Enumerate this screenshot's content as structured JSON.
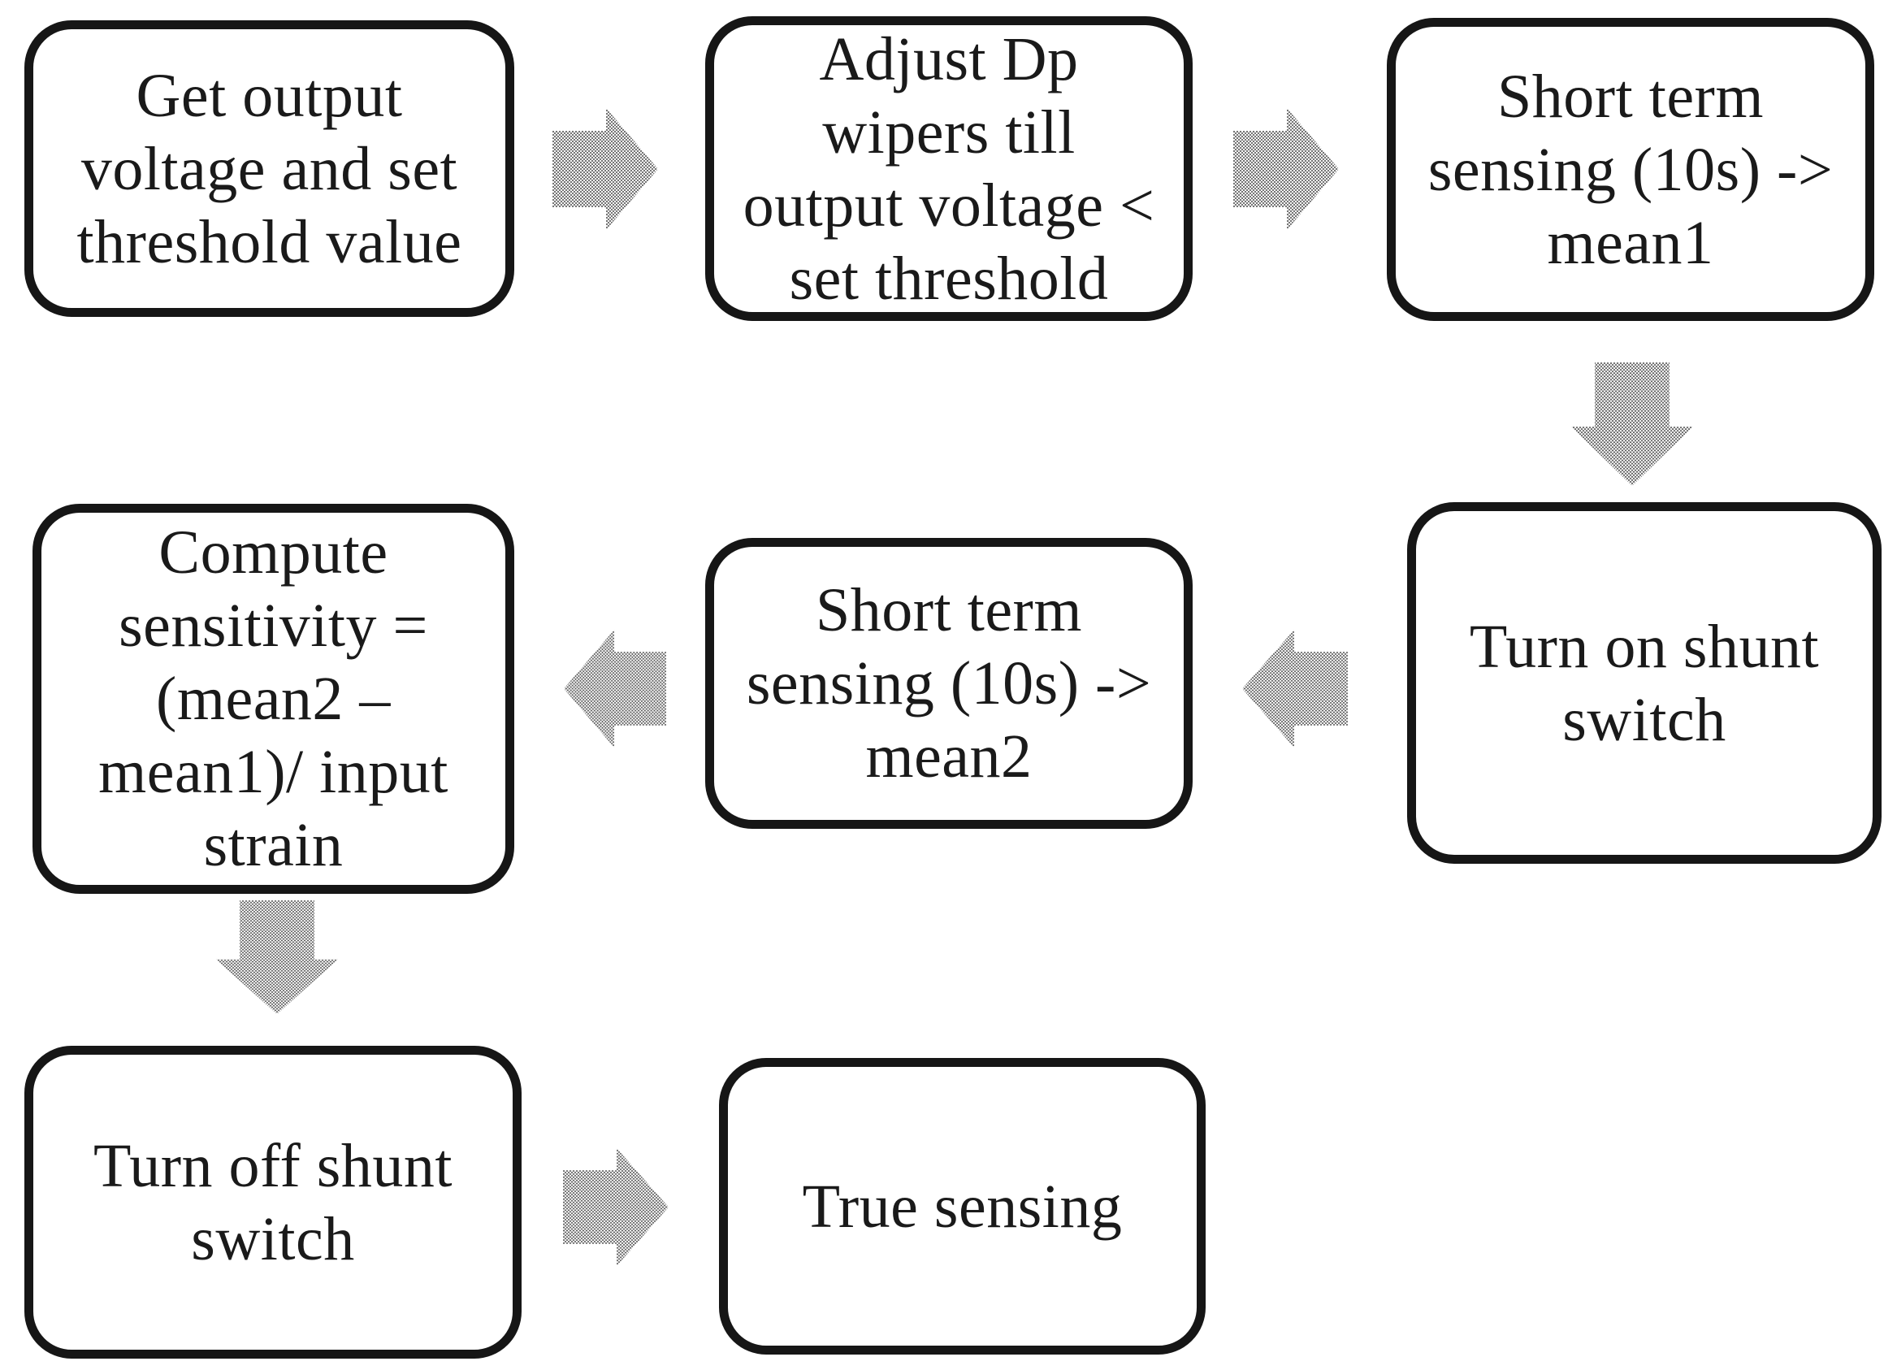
{
  "diagram": {
    "type": "flowchart",
    "colors": {
      "background": "#ffffff",
      "box_border": "#161616",
      "text": "#1a1a1a",
      "arrow_fill": "#a6a6a6"
    },
    "boxes": [
      {
        "id": "get-output",
        "lines": [
          "Get output",
          "voltage and set",
          "threshold value"
        ]
      },
      {
        "id": "adjust-dp",
        "lines": [
          "Adjust Dp",
          "wipers till",
          "output voltage <",
          "set threshold"
        ]
      },
      {
        "id": "short-term-mean1",
        "lines": [
          "Short term",
          "sensing (10s) ->",
          "mean1"
        ]
      },
      {
        "id": "compute-sensitivity",
        "lines": [
          "Compute",
          "sensitivity =",
          "(mean2 –",
          "mean1)/ input",
          "strain"
        ]
      },
      {
        "id": "short-term-mean2",
        "lines": [
          "Short term",
          "sensing (10s) ->",
          "mean2"
        ]
      },
      {
        "id": "turn-on-shunt",
        "lines": [
          "Turn on shunt",
          "switch"
        ]
      },
      {
        "id": "turn-off-shunt",
        "lines": [
          "Turn off shunt",
          "switch"
        ]
      },
      {
        "id": "true-sensing",
        "lines": [
          "True sensing"
        ]
      }
    ],
    "arrows": [
      {
        "from": "get-output",
        "to": "adjust-dp",
        "direction": "right"
      },
      {
        "from": "adjust-dp",
        "to": "short-term-mean1",
        "direction": "right"
      },
      {
        "from": "short-term-mean1",
        "to": "turn-on-shunt",
        "direction": "down"
      },
      {
        "from": "turn-on-shunt",
        "to": "short-term-mean2",
        "direction": "left"
      },
      {
        "from": "short-term-mean2",
        "to": "compute-sensitivity",
        "direction": "left"
      },
      {
        "from": "compute-sensitivity",
        "to": "turn-off-shunt",
        "direction": "down"
      },
      {
        "from": "turn-off-shunt",
        "to": "true-sensing",
        "direction": "right"
      }
    ]
  }
}
